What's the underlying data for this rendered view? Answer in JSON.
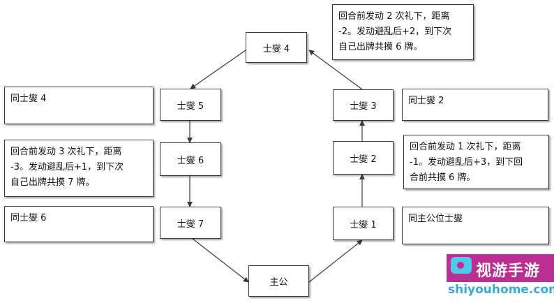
{
  "nodes": {
    "shixie4": "士燮 4",
    "shixie5": "士燮 5",
    "shixie6": "士燮 6",
    "shixie7": "士燮 7",
    "zhugong": "主公",
    "shixie1": "士燮 1",
    "shixie2": "士燮 2",
    "shixie3": "士燮 3"
  },
  "notes": {
    "top_right": "回合前发动 2 次礼下，距离\n-2。发动避乱后+2，到下次\n自己出牌共摸 6 牌。",
    "left_1": "同士燮 4",
    "left_2": "回合前发动 3 次礼下，距离\n-3。发动避乱后+1，到下次\n自己出牌共摸 7 牌。",
    "left_3": "同士燮 6",
    "right_1": "同士燮 2",
    "right_2": "回合前发动 1 次礼下，距离\n-1。发动避乱后+3，到下回\n合前共摸 6 牌。",
    "right_3": "同主公位士燮"
  },
  "watermark": {
    "title": "视游手游网",
    "url": "shiyouhome.com",
    "icon": "tv-icon"
  },
  "colors": {
    "line": "#3a3a3a",
    "watermark_bg": "#bb2f92",
    "watermark_icon": "#4ec9e8",
    "watermark_url": "#3aa8d8"
  }
}
